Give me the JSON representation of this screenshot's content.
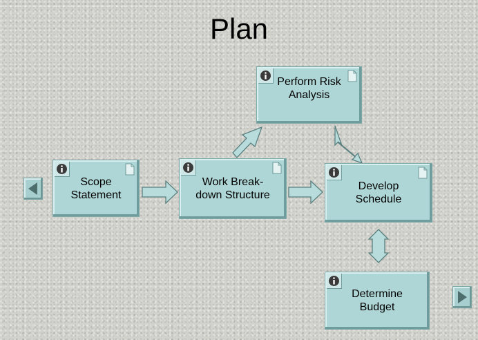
{
  "title": "Plan",
  "nodes": {
    "scope": "Scope\nStatement",
    "wbs": "Work Break-\ndown Structure",
    "risk": "Perform Risk\nAnalysis",
    "schedule": "Develop\nSchedule",
    "budget": "Determine\nBudget"
  },
  "colors": {
    "box_fill": "#aed6d6",
    "arrow_fill": "#b8dcdc",
    "background": "#d2d2cd"
  },
  "icons": [
    "info-icon",
    "document-icon",
    "left-arrow-icon",
    "right-arrow-icon"
  ]
}
